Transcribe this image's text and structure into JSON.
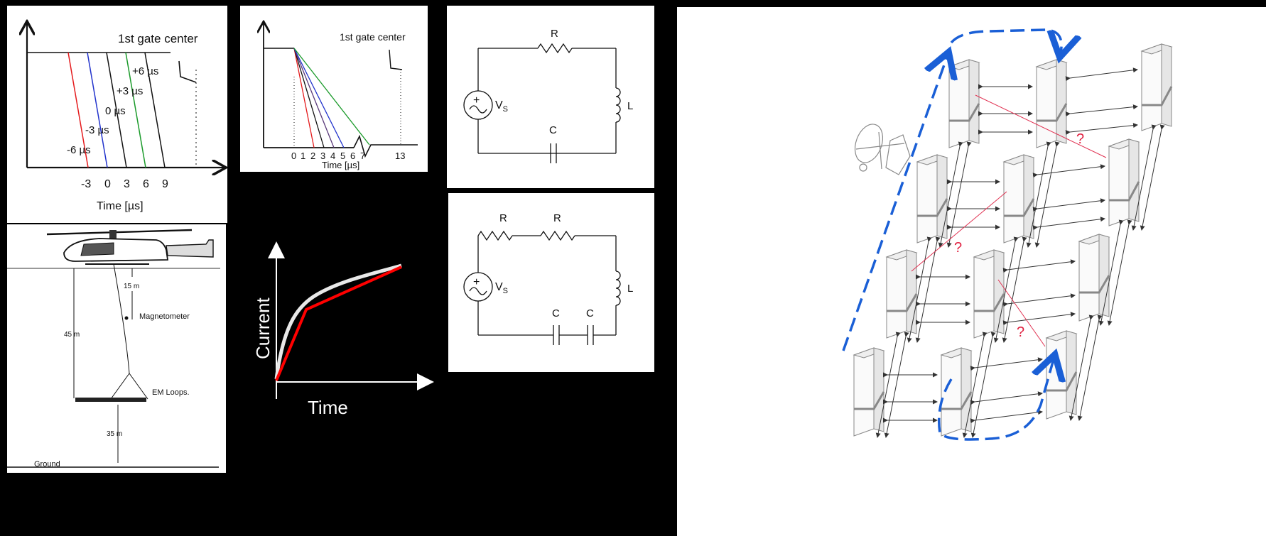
{
  "gate_plot": {
    "gate_label": "1st gate center",
    "line_labels": [
      "-6 µs",
      "-3 µs",
      "0 µs",
      "+3 µs",
      "+6 µs"
    ],
    "ticks": [
      "-3",
      "0",
      "3",
      "6",
      "9"
    ],
    "xlabel": "Time [µs]",
    "colors": {
      "red": "#e41a1c",
      "blue": "#2233cc",
      "black": "#111111",
      "green": "#1a9a2a"
    }
  },
  "ramp_plot": {
    "gate_label": "1st gate center",
    "ticks": [
      "0",
      "1",
      "2",
      "3",
      "4",
      "5",
      "6",
      "7",
      "13"
    ],
    "xlabel": "Time [µs]"
  },
  "circuit_top": {
    "r_label": "R",
    "l_label": "L",
    "c_label": "C",
    "vs_label": "V",
    "vs_sub": "S",
    "plus": "+"
  },
  "circuit_bottom": {
    "r1_label": "R",
    "r2_label": "R",
    "l_label": "L",
    "c1_label": "C",
    "c2_label": "C",
    "vs_label": "V",
    "vs_sub": "S",
    "plus": "+"
  },
  "heli_diagram": {
    "dim_15": "15 m",
    "magnetometer": "Magnetometer",
    "dim_45": "45 m",
    "em_loops": "EM Loops.",
    "dim_35": "35 m",
    "ground": "Ground"
  },
  "current_plot": {
    "ylabel": "Current",
    "xlabel": "Time",
    "colors": {
      "axis": "#ffffff",
      "smooth": "#e8e8e8",
      "segments": "#ff0000"
    }
  },
  "network_diagram": {
    "question_marks": [
      "?",
      "?",
      "?"
    ],
    "colors": {
      "arrow_blue": "#1a5fd6",
      "link_red": "#e03050",
      "question": "#e02040"
    }
  }
}
